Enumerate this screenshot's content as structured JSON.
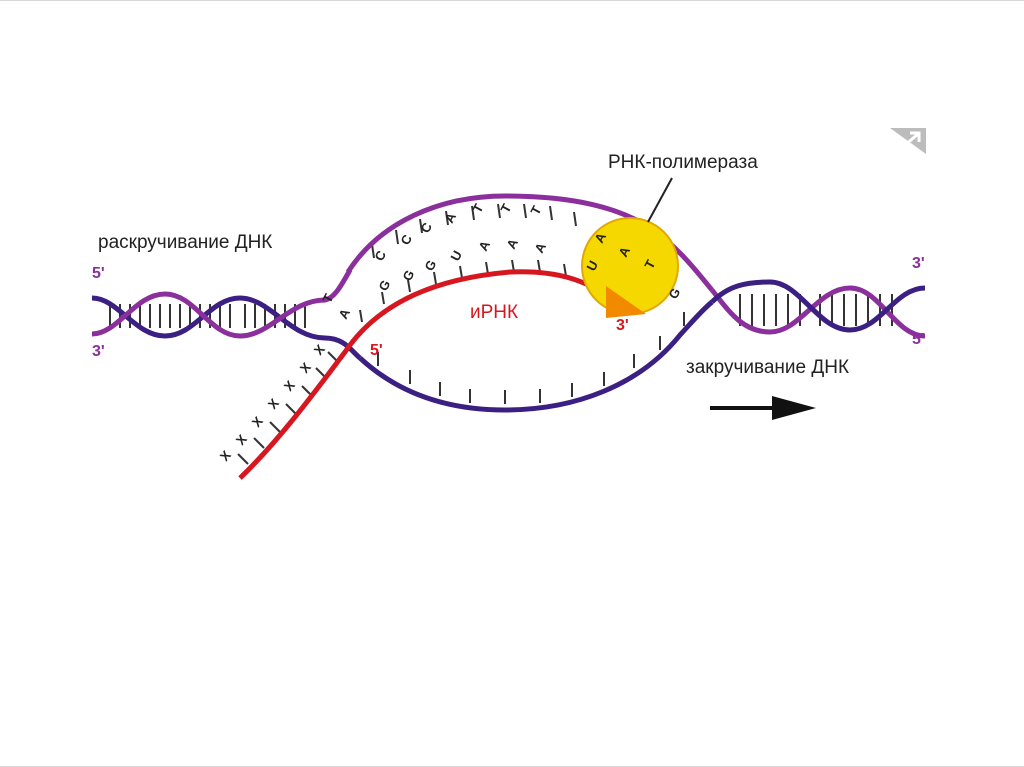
{
  "labels": {
    "unwinding": "раскручивание ДНК",
    "polymerase": "РНК-полимераза",
    "mrna": "иРНК",
    "rewinding": "закручивание ДНК"
  },
  "ends": {
    "left_top": "5'",
    "left_bottom": "3'",
    "right_top": "3'",
    "right_bottom": "5'",
    "mrna_start": "5'",
    "mrna_end": "3'"
  },
  "template_strand_bases": [
    "T",
    "C",
    "C",
    "C",
    "A",
    "T",
    "T",
    "T",
    "A",
    "A",
    "T"
  ],
  "mrna_bases": [
    "A",
    "G",
    "G",
    "G",
    "U",
    "A",
    "A",
    "A",
    "U"
  ],
  "coding_strand_bases": [
    "G"
  ],
  "released_mrna_bases": [
    "X",
    "X",
    "X",
    "X",
    "X",
    "X",
    "X"
  ],
  "colors": {
    "coding_strand": "#8b2f9c",
    "template_strand": "#3b1f82",
    "mrna": "#d7171f",
    "polymerase": "#f5d800",
    "polymerase_outline": "#e0a800",
    "arrowhead": "#f28a00",
    "direction_arrow": "#111111"
  },
  "icons": {
    "direction": "arrow-right-icon",
    "corner": "collapse-arrow-icon"
  }
}
